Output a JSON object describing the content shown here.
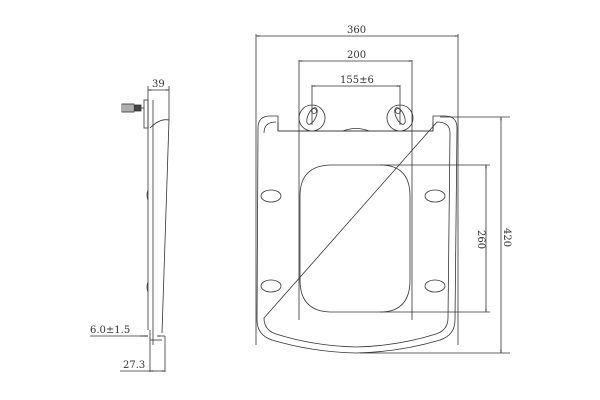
{
  "drawing": {
    "title": "Toilet seat technical drawing",
    "colors": {
      "line": "#333333",
      "background": "#ffffff"
    },
    "side_view": {
      "dimensions": {
        "top_thickness": "39",
        "hinge_gap": "6.0±1.5",
        "bottom_thickness": "27.3"
      }
    },
    "front_view": {
      "dimensions": {
        "overall_width": "360",
        "hinge_outer_width": "200",
        "hinge_center_distance": "155±6",
        "overall_length": "420",
        "opening_length": "260"
      }
    }
  }
}
